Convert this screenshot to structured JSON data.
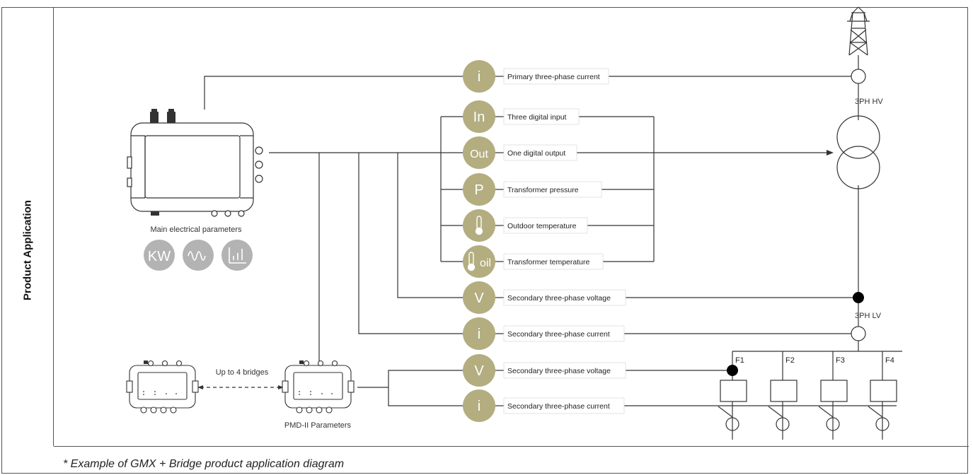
{
  "side_title": "Product Application",
  "footer_note": "* Example of GMX + Bridge product application diagram",
  "captions": {
    "main_params": "Main electrical parameters",
    "bridges": "Up to 4 bridges",
    "pmd": "PMD-II Parameters"
  },
  "icons": {
    "kw": "KW",
    "wave": "wave-icon",
    "bars": "bar-graph-icon"
  },
  "measurements": [
    {
      "symbol": "i",
      "label": "Primary three-phase current"
    },
    {
      "symbol": "In",
      "label": "Three digital input"
    },
    {
      "symbol": "Out",
      "label": "One digital output"
    },
    {
      "symbol": "P",
      "label": "Transformer pressure"
    },
    {
      "symbol": "",
      "label": "Outdoor temperature"
    },
    {
      "symbol": "oil",
      "label": "Transformer temperature"
    },
    {
      "symbol": "V",
      "label": "Secondary three-phase voltage"
    },
    {
      "symbol": "i",
      "label": "Secondary three-phase current"
    },
    {
      "symbol": "V",
      "label": "Secondary three-phase voltage"
    },
    {
      "symbol": "i",
      "label": "Secondary three-phase current"
    }
  ],
  "grid": {
    "hv_label": "3PH HV",
    "lv_label": "3PH LV",
    "feeders": [
      "F1",
      "F2",
      "F3",
      "F4"
    ]
  },
  "colors": {
    "bubble": "#b3ad80",
    "bubble_text": "#ffffff",
    "icon_circle": "#b3b3b3",
    "line": "#333333"
  }
}
